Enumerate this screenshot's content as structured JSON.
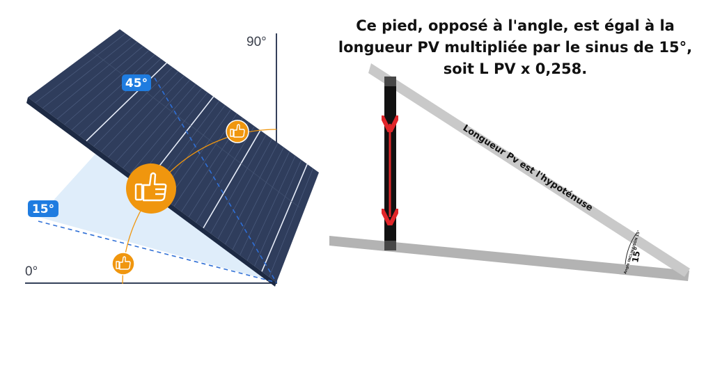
{
  "left_diagram": {
    "angle_labels": {
      "deg0": "0°",
      "deg90": "90°",
      "deg45": "45°",
      "deg15": "15°"
    },
    "icons": [
      "thumbs-up-icon",
      "thumbs-up-icon",
      "thumbs-up-icon"
    ],
    "colors": {
      "panel": "#2f3d5c",
      "accent_orange": "#f0960e",
      "badge_blue": "#1f7ce0",
      "wedge": "#dcebfa"
    }
  },
  "right_diagram": {
    "caption": [
      "Ce pied, opposé à l'angle, est égal à la",
      "longueur PV multipliée par le sinus de 15°,",
      "soit L PV x 0,258."
    ],
    "hypotenuse_label": "Longueur Pv  est l'hypoténuse",
    "angle_value": "15°",
    "angle_small_text": "Angle INCLINAISON 15°",
    "colors": {
      "rail": "#c9c9c9",
      "ground": "#b3b3b3",
      "leg": "#111111",
      "arrow": "#e0262a"
    }
  }
}
